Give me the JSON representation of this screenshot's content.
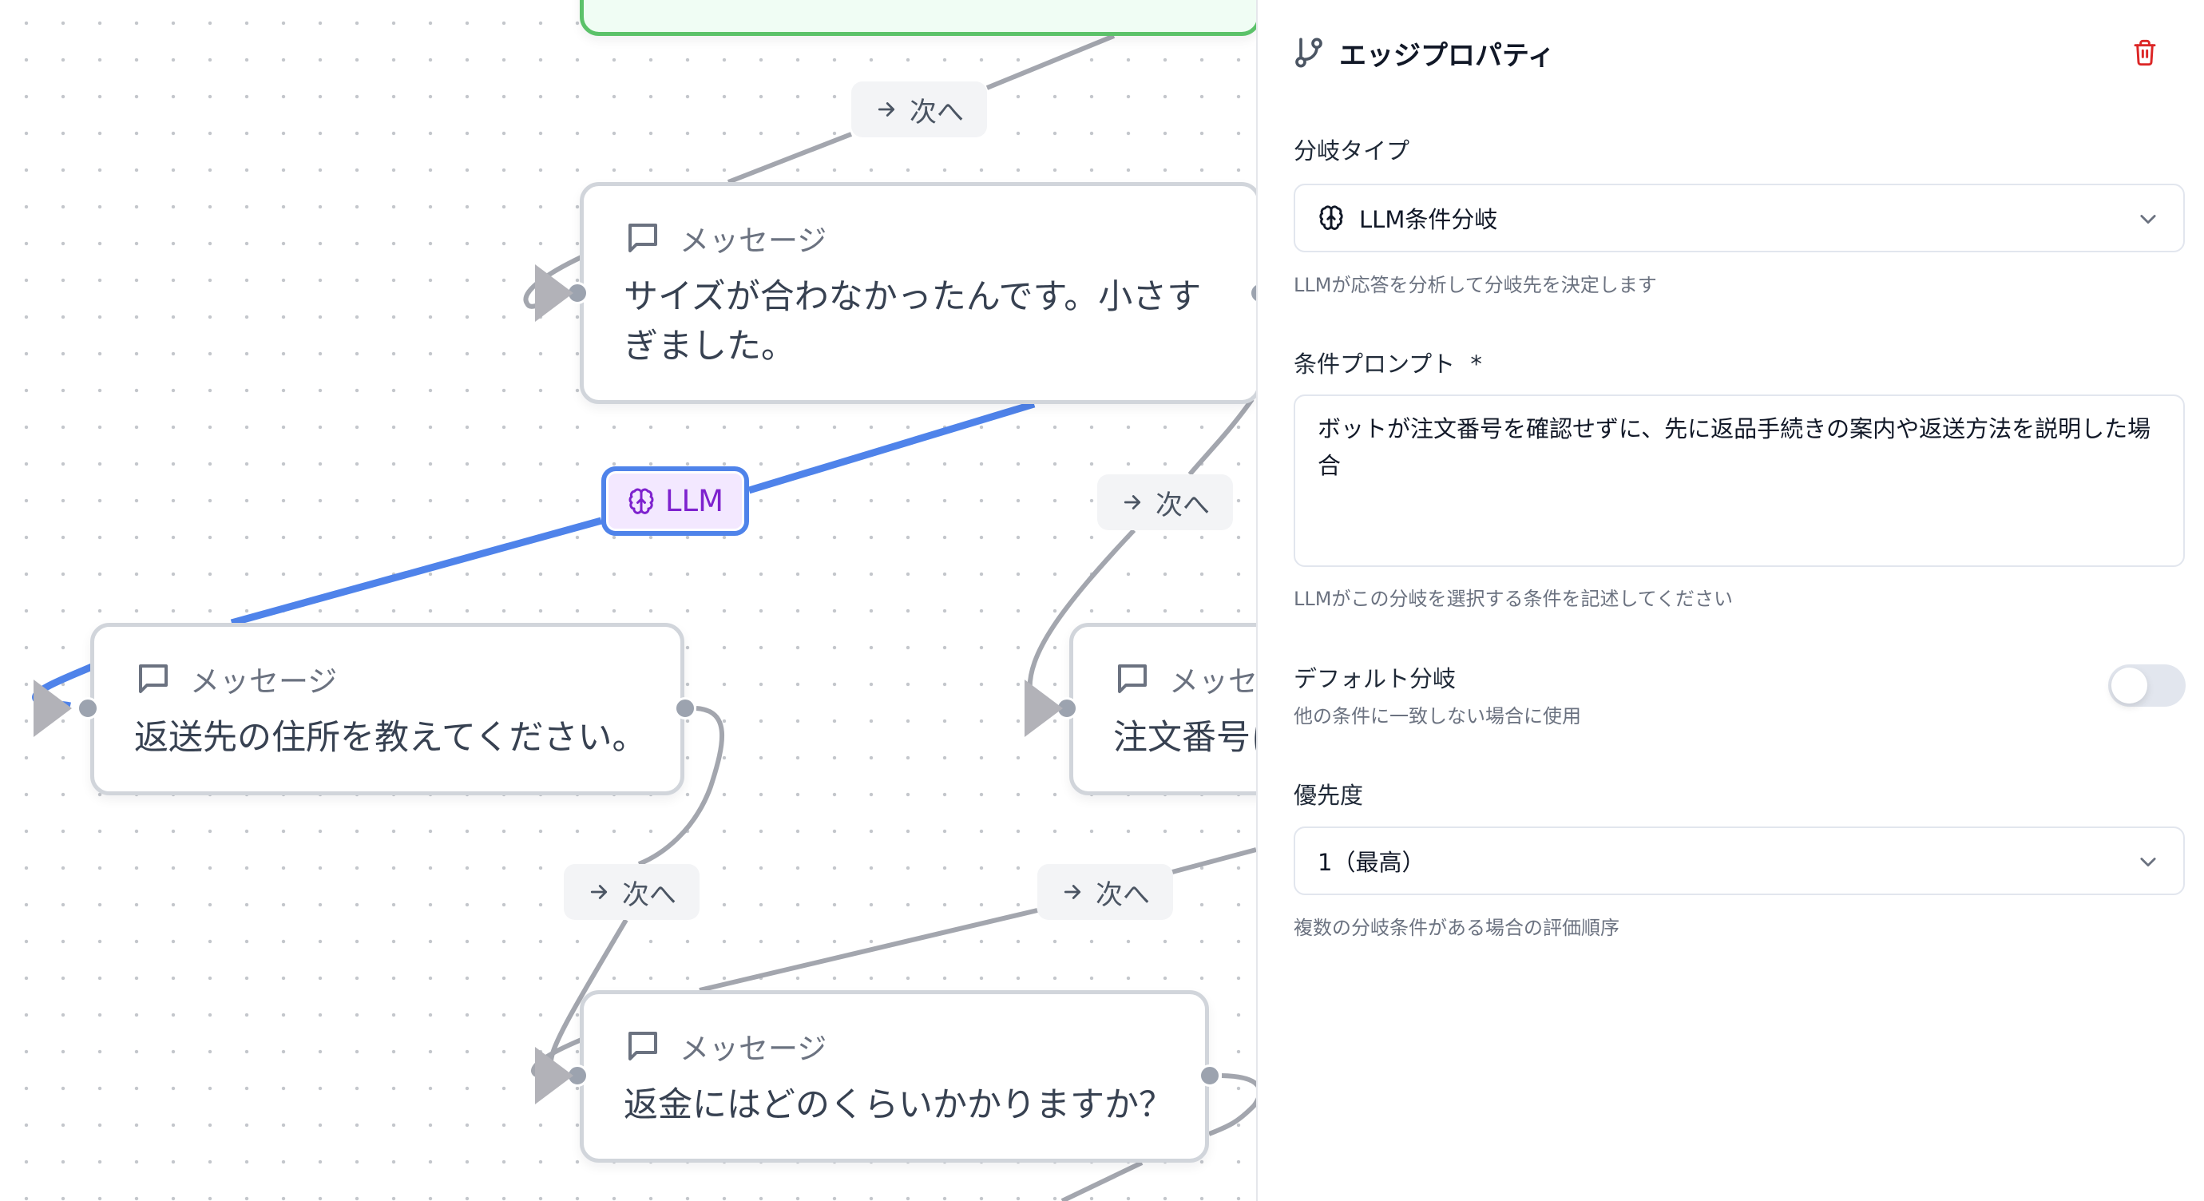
{
  "canvas": {
    "nodes": [
      {
        "id": "start",
        "type": "start",
        "header": "",
        "body": ""
      },
      {
        "id": "size",
        "type": "message",
        "header": "メッセージ",
        "body_lines": [
          "サイズが合わなかったんです。小さす",
          "ぎました。"
        ]
      },
      {
        "id": "address",
        "type": "message",
        "header": "メッセージ",
        "body_lines": [
          "返送先の住所を教えてください。"
        ]
      },
      {
        "id": "order",
        "type": "message",
        "header": "メッセ",
        "body_lines": [
          "注文番号に"
        ]
      },
      {
        "id": "refund",
        "type": "message",
        "header": "メッセージ",
        "body_lines": [
          "返金にはどのくらいかかりますか？"
        ]
      }
    ],
    "edge_labels": [
      {
        "label": "次へ",
        "icon": "arrow-right-icon"
      },
      {
        "label": "次へ",
        "icon": "arrow-right-icon"
      },
      {
        "label": "次へ",
        "icon": "arrow-right-icon"
      },
      {
        "label": "次へ",
        "icon": "arrow-right-icon"
      }
    ],
    "selected_edge": {
      "label": "LLM",
      "icon": "brain-icon"
    },
    "colors": {
      "edge_default": "#a3a6ae",
      "edge_selected": "#4f83ea",
      "llm_badge_bg": "#f3e8ff",
      "llm_badge_text": "#7e22ce",
      "start_node_border": "#5cc26a",
      "start_node_bg": "#f0fdf4"
    }
  },
  "panel": {
    "title": "エッジプロパティ",
    "title_icon": "git-branch-icon",
    "delete_icon": "trash-icon",
    "delete_color": "#dc2626",
    "branch_type": {
      "label": "分岐タイプ",
      "value": "LLM条件分岐",
      "icon": "brain-icon",
      "helper": "LLMが応答を分析して分岐先を決定します"
    },
    "condition_prompt": {
      "label": "条件プロンプト",
      "required_mark": "*",
      "value": "ボットが注文番号を確認せずに、先に返品手続きの案内や返送方法を説明した場合",
      "helper": "LLMがこの分岐を選択する条件を記述してください"
    },
    "default_branch": {
      "label": "デフォルト分岐",
      "description": "他の条件に一致しない場合に使用",
      "enabled": false
    },
    "priority": {
      "label": "優先度",
      "value": "1（最高）",
      "helper": "複数の分岐条件がある場合の評価順序"
    }
  }
}
